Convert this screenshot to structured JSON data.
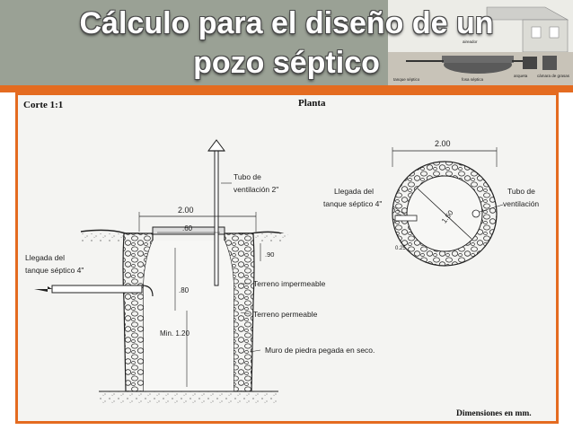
{
  "slide": {
    "title_line1": "Cálculo para el diseño de un",
    "title_line2": "pozo séptico"
  },
  "header_thumbnail": {
    "labels": [
      "aireador",
      "tanque séptico",
      "fosa séptica",
      "arqueta",
      "cámara de grasas"
    ]
  },
  "drawing": {
    "section_title": "Corte 1:1",
    "plan_title": "Planta",
    "section": {
      "dim_overall": "2.00",
      "dim_opening": ".60",
      "dim_cover": ".90",
      "dim_inlet_depth": ".80",
      "dim_min_depth": "Min. 1.20",
      "vent_label": [
        "Tubo de",
        "ventilación 2\""
      ],
      "inlet_label": [
        "Llegada del",
        "tanque séptico   4\""
      ],
      "impermeable_label": "Terreno impermeable",
      "permeable_label": "Terreno permeable",
      "wall_label": "Muro de piedra  pegada en seco."
    },
    "plan": {
      "dim_overall": "2.00",
      "dim_diameter": "1.50",
      "dim_wall": "0.25",
      "inlet_label": [
        "Llegada del",
        "tanque séptico  4\""
      ],
      "vent_label": [
        "Tubo de",
        "ventilación"
      ]
    },
    "units_note": "Dimensiones en mm."
  }
}
